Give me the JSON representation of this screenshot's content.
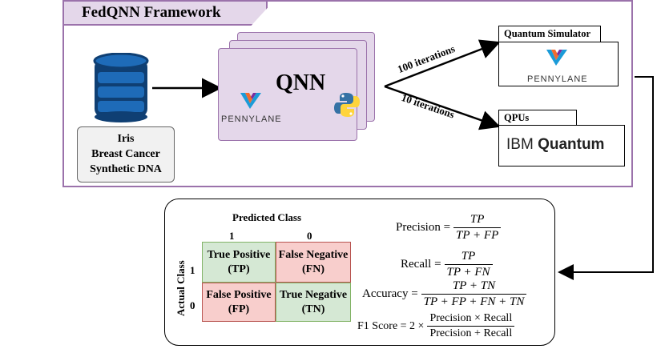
{
  "framework": {
    "title": "FedQNN Framework"
  },
  "datasets": [
    "Iris",
    "Breast Cancer",
    "Synthetic DNA"
  ],
  "model": {
    "label": "QNN",
    "pennylane_text": "PENNYLANE"
  },
  "backends": {
    "simulator": {
      "label": "Quantum Simulator",
      "logo_text": "PENNYLANE",
      "iterations": "100 iterations"
    },
    "qpu": {
      "label": "QPUs",
      "logo_text_1": "IBM",
      "logo_text_2": "Quantum",
      "iterations": "10 iterations"
    }
  },
  "confusion_matrix": {
    "predicted_label": "Predicted Class",
    "actual_label": "Actual Class",
    "col_headers": [
      "1",
      "0"
    ],
    "row_headers": [
      "1",
      "0"
    ],
    "cells": [
      [
        "True Positive (TP)",
        "False Negative (FN)"
      ],
      [
        "False Positive (FP)",
        "True Negative (TN)"
      ]
    ]
  },
  "metrics": {
    "precision": {
      "label": "Precision =",
      "num": "TP",
      "den": "TP + FP"
    },
    "recall": {
      "label": "Recall =",
      "num": "TP",
      "den": "TP + FN"
    },
    "accuracy": {
      "label": "Accuracy =",
      "num": "TP + TN",
      "den": "TP + FP + FN + TN"
    },
    "f1": {
      "label": "F1 Score = 2 ×",
      "num": "Precision × Recall",
      "den": "Precision + Recall"
    }
  },
  "colors": {
    "frame": "#9b72ab",
    "card": "#e4d7ea",
    "db_blue": "#1e6bb8",
    "green": "#d5e8d4",
    "red": "#f8cecc"
  }
}
